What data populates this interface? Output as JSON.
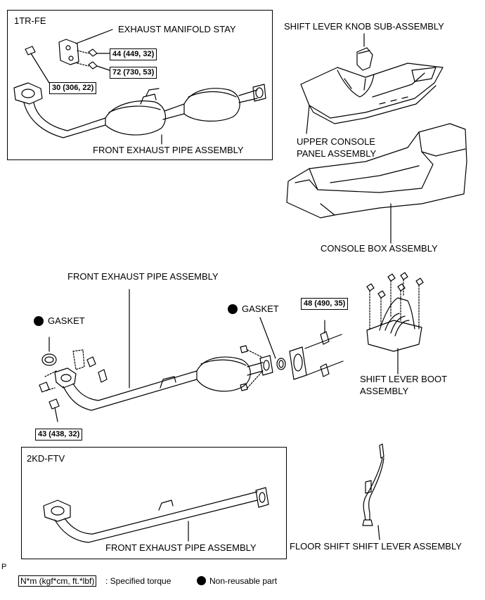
{
  "engines": {
    "top": "1TR-FE",
    "bottom": "2KD-FTV"
  },
  "labels": {
    "exhaust_manifold_stay": "EXHAUST MANIFOLD STAY",
    "front_exhaust_pipe_top": "FRONT EXHAUST PIPE ASSEMBLY",
    "shift_lever_knob": "SHIFT LEVER KNOB SUB-ASSEMBLY",
    "upper_console_1": "UPPER CONSOLE",
    "upper_console_2": "PANEL ASSEMBLY",
    "console_box": "CONSOLE BOX ASSEMBLY",
    "front_exhaust_pipe_mid": "FRONT EXHAUST PIPE ASSEMBLY",
    "gasket_left": "GASKET",
    "gasket_right": "GASKET",
    "shift_lever_boot_1": "SHIFT LEVER BOOT",
    "shift_lever_boot_2": "ASSEMBLY",
    "front_exhaust_pipe_bottom": "FRONT EXHAUST PIPE ASSEMBLY",
    "floor_shift": "FLOOR SHIFT SHIFT LEVER ASSEMBLY",
    "corner_code": "P"
  },
  "torques": {
    "t1": "44 (449, 32)",
    "t2": "72 (730, 53)",
    "t3": "30 (306, 22)",
    "t4": "48 (490, 35)",
    "t5": "43 (438, 32)"
  },
  "legend": {
    "torque_box": "N*m (kgf*cm, ft.*lbf)",
    "torque_text": ": Specified torque",
    "nonreusable_text": "Non-reusable part"
  }
}
